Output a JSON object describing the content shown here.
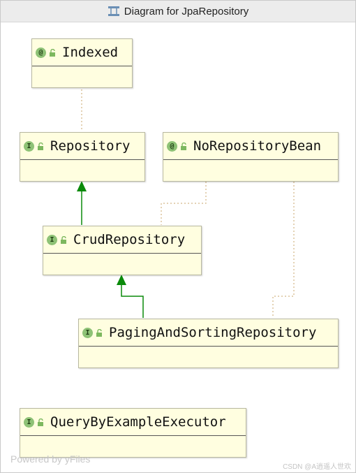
{
  "window": {
    "title": "Diagram for JpaRepository"
  },
  "nodes": {
    "indexed": {
      "kind": "@",
      "name": "Indexed"
    },
    "repository": {
      "kind": "I",
      "name": "Repository"
    },
    "norepositorybean": {
      "kind": "@",
      "name": "NoRepositoryBean"
    },
    "crudrepository": {
      "kind": "I",
      "name": "CrudRepository"
    },
    "pagingandsorting": {
      "kind": "I",
      "name": "PagingAndSortingRepository"
    },
    "querybyexample": {
      "kind": "I",
      "name": "QueryByExampleExecutor"
    }
  },
  "edges": [
    {
      "from": "Indexed",
      "to": "Repository",
      "style": "dotted"
    },
    {
      "from": "NoRepositoryBean",
      "to": "CrudRepository",
      "style": "dotted"
    },
    {
      "from": "NoRepositoryBean",
      "to": "PagingAndSortingRepository",
      "style": "dotted"
    },
    {
      "from": "CrudRepository",
      "to": "Repository",
      "style": "extends"
    },
    {
      "from": "PagingAndSortingRepository",
      "to": "CrudRepository",
      "style": "extends"
    }
  ],
  "colors": {
    "node_fill": "#fffee0",
    "badge": "#8ec276",
    "extends": "#0a8a0a",
    "dotted": "#c8a46a"
  },
  "footer": {
    "watermark": "Powered by yFiles",
    "credit": "CSDN @A逍遥人世欢"
  }
}
